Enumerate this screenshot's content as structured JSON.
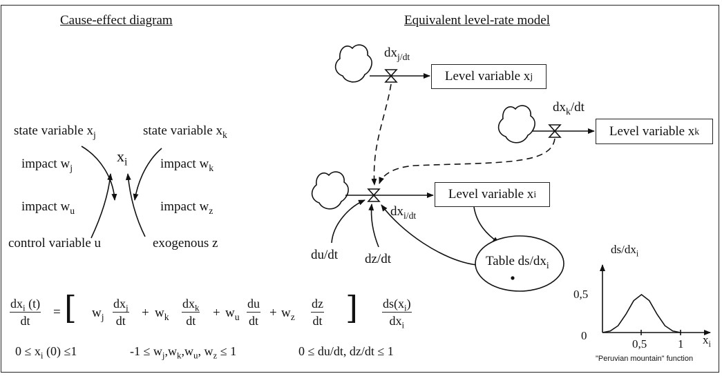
{
  "left_title": "Cause-effect diagram",
  "right_title": "Equivalent level-rate model",
  "cause_effect": {
    "state_j": "state variable x",
    "state_j_sub": "j",
    "state_k": "state variable x",
    "state_k_sub": "k",
    "impact_j": "impact w",
    "impact_j_sub": "j",
    "impact_k": "impact w",
    "impact_k_sub": "k",
    "center": "x",
    "center_sub": "i",
    "impact_u": "impact w",
    "impact_u_sub": "u",
    "impact_z": "impact w",
    "impact_z_sub": "z",
    "control": "control variable u",
    "exogenous": "exogenous z"
  },
  "level_rate": {
    "rate_j": "dx",
    "rate_j_sub": "j/dt",
    "rate_k": "dx",
    "rate_k_sub": "k",
    "rate_k_tail": "/dt",
    "rate_i": "dx",
    "rate_i_sub": "i/dt",
    "level_j": "Level variable x",
    "level_j_sub": "j",
    "level_k": "Level variable x",
    "level_k_sub": "k",
    "level_i": "Level variable x",
    "level_i_sub": "i",
    "du": "du/dt",
    "dz": "dz/dt",
    "table": "Table ds/dx",
    "table_sub": "i"
  },
  "equation": {
    "lhs_num": "dx",
    "lhs_num_sub": "i",
    "lhs_num_tail": " (t)",
    "lhs_den": "dt",
    "equals": "=",
    "open_bracket": "[",
    "close_bracket": "]",
    "w": "w",
    "j": "j",
    "k": "k",
    "u": "u",
    "z": "z",
    "t1_num": "dx",
    "t2_num": "dx",
    "t3_num": "du",
    "t4_num": "dz",
    "den": "dt",
    "plus": "+",
    "rhs_num": "ds(x",
    "rhs_num_sub": "i",
    "rhs_num_tail": ")",
    "rhs_den": "dx",
    "rhs_den_sub": "i"
  },
  "constraints": {
    "c1_a": "0 ≤ x",
    "c1_sub": "i",
    "c1_b": " (0) ≤1",
    "c2_a": "-1 ≤ w",
    "c2_j": "j",
    "c2_b": ",w",
    "c2_k": "k",
    "c2_c": ",w",
    "c2_u": "u",
    "c2_d": ", w",
    "c2_z": "z",
    "c2_e": " ≤ 1",
    "c3": "0 ≤ du/dt, dz/dt ≤ 1"
  },
  "mini_chart": {
    "ylabel": "ds/dx",
    "ylabel_sub": "i",
    "xlabel": "x",
    "xlabel_sub": "i",
    "tick_y_label": "0,5",
    "origin_label": "0",
    "tick_x_mid_label": "0,5",
    "tick_x_end_label": "1",
    "caption": "\"Peruvian mountain\" function",
    "curve": [
      [
        0,
        0
      ],
      [
        0.1,
        0.02
      ],
      [
        0.2,
        0.09
      ],
      [
        0.3,
        0.24
      ],
      [
        0.4,
        0.42
      ],
      [
        0.5,
        0.5
      ],
      [
        0.6,
        0.42
      ],
      [
        0.7,
        0.24
      ],
      [
        0.8,
        0.09
      ],
      [
        0.9,
        0.02
      ],
      [
        1,
        0
      ]
    ]
  }
}
